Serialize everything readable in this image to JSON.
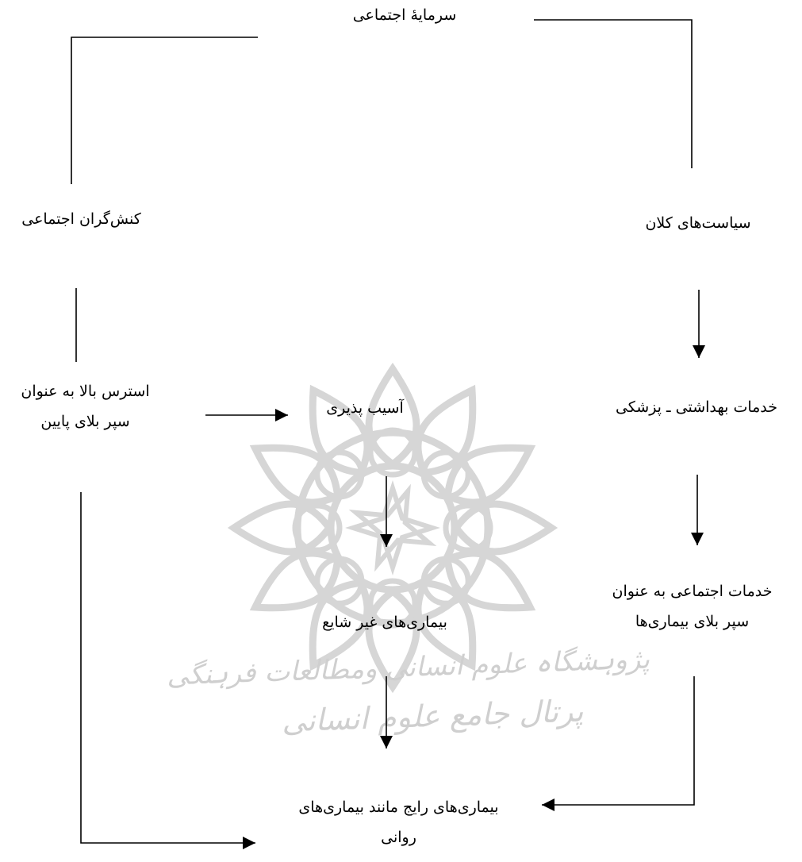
{
  "nodes": {
    "social_capital": "سرمایۀ اجتماعی",
    "social_actors": "کنش‌گران اجتماعی",
    "macro_policies": "سیاست‌های کلان",
    "health_services": "خدمات بهداشتی ـ پزشکی",
    "high_stress_line1": "استرس بالا به عنوان",
    "high_stress_line2": "سپر بلای پایین",
    "vulnerability": "آسیب پذیری",
    "social_services_line1": "خدمات اجتماعی به عنوان",
    "social_services_line2": "سپر بلای بیماری‌ها",
    "uncommon_diseases": "بیماری‌های غیر شایع",
    "common_diseases_line1": "بیماری‌های رایج مانند بیماری‌های",
    "common_diseases_line2": "روانی"
  },
  "watermark": {
    "line1": "پژوہشگاہ علوم انسانی ومطالعات فرہنگی",
    "line2": "پرتال جامع علوم انسانی"
  },
  "colors": {
    "ink": "#000000",
    "watermark": "#d0d0d0"
  }
}
